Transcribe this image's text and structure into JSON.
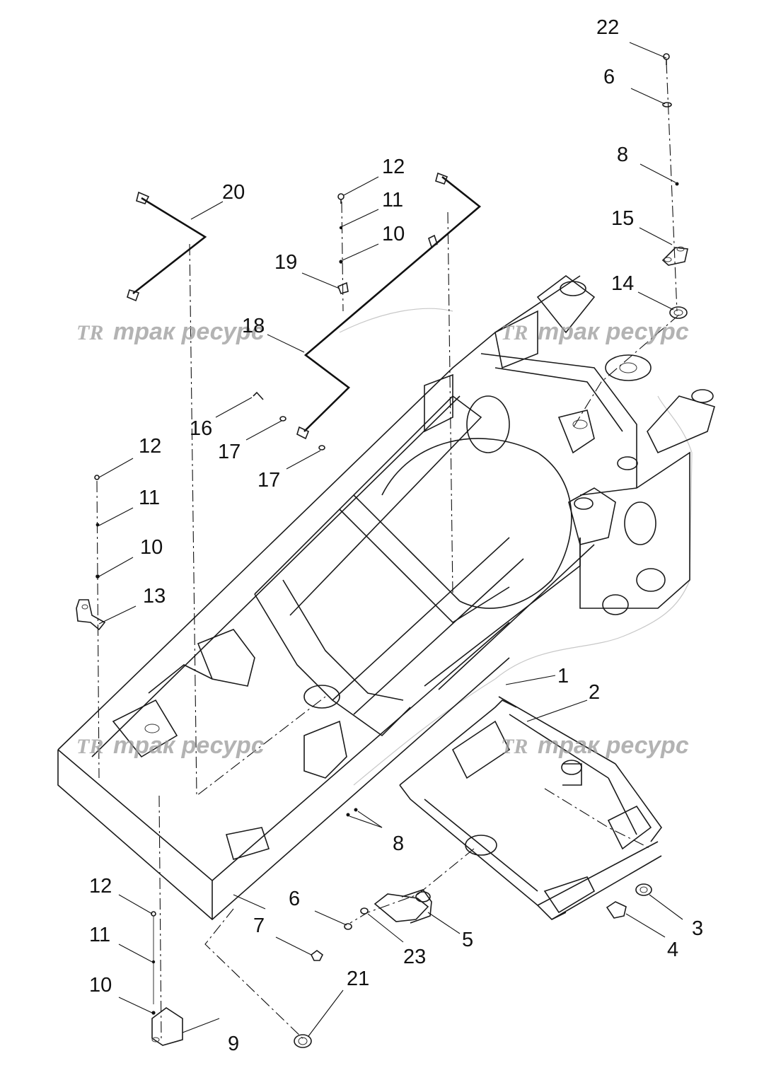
{
  "diagram": {
    "callouts": [
      "1",
      "2",
      "3",
      "4",
      "5",
      "6",
      "6",
      "7",
      "8",
      "8",
      "9",
      "10",
      "10",
      "10",
      "11",
      "11",
      "11",
      "12",
      "12",
      "12",
      "13",
      "14",
      "15",
      "16",
      "17",
      "17",
      "18",
      "19",
      "20",
      "21",
      "22",
      "23"
    ],
    "watermarks": [
      "трак ресурс",
      "трак ресурс",
      "трак ресурс",
      "трак ресурс"
    ],
    "watermark_logo": "TR"
  }
}
